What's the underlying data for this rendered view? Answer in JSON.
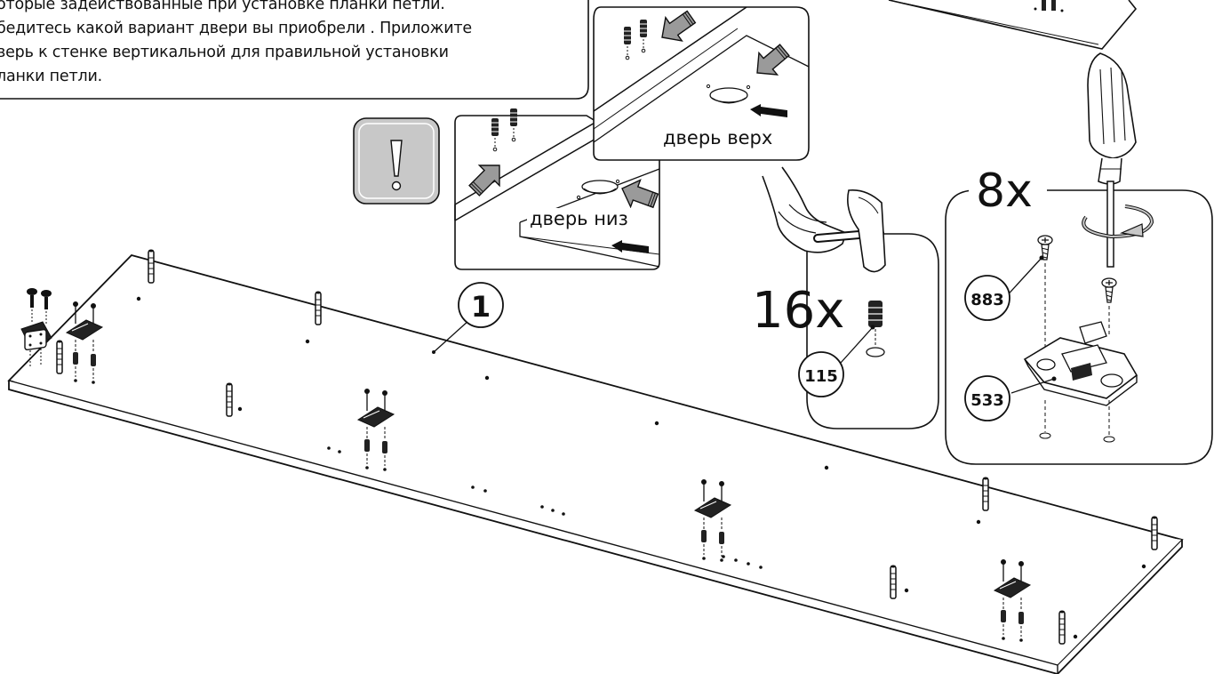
{
  "instruction_lines": [
    "оторые задействованные при установке планки петли.",
    "бедитесь какой вариант двери вы приобрели . Приложите",
    "верь к стенке вертикальной для правильной установки",
    "ланки петли."
  ],
  "door_top_label": "дверь верх",
  "door_bottom_label": "дверь низ",
  "panel_number": "1",
  "dowel_count": "16x",
  "dowel_part_number": "115",
  "screw_count": "8x",
  "screw_part_number": "883",
  "hinge_plate_part_number": "533",
  "warning_icon": "exclamation-icon",
  "colors": {
    "line": "#111111",
    "arrow_fill": "#9a9a9a",
    "warning_fill": "#c8c8c8"
  }
}
